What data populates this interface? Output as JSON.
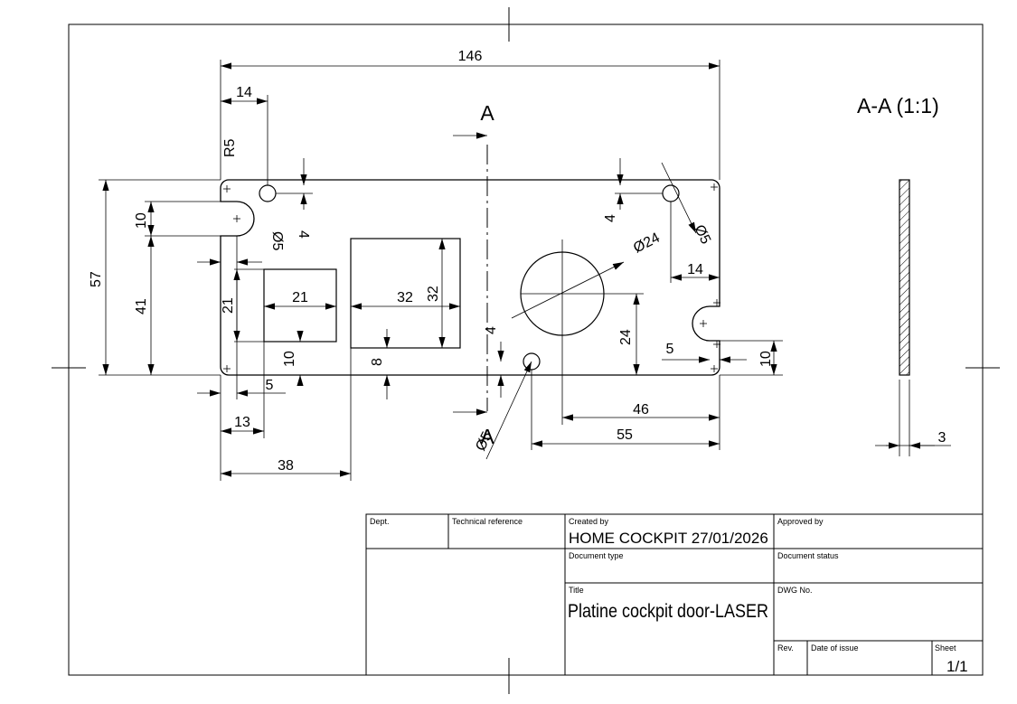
{
  "view_label": "A-A (1:1)",
  "section_letter": "A",
  "dimensions": {
    "overall_width": "146",
    "hole_offset_x": "14",
    "corner_radius": "R5",
    "slot_height_left": "10",
    "hole_offset_y_left": "4",
    "small_hole_dia_left": "Ø5",
    "overall_height": "57",
    "lower_height": "41",
    "pocket_height_left": "21",
    "rect1_width": "21",
    "rect2_width": "32",
    "rect2_height": "32",
    "rect1_bottom": "10",
    "rect2_bottom": "8",
    "slot_depth_left": "5",
    "rect1_left": "13",
    "rect2_left": "38",
    "big_hole_dia": "Ø24",
    "hole_offset_y_right": "4",
    "small_hole_dia_right": "Ø5",
    "hole_offset_x_right": "14",
    "big_hole_height": "24",
    "slot_depth_right": "5",
    "slot_height_right": "10",
    "small_hole_y": "4",
    "big_hole_from_right": "46",
    "small_hole_from_right": "55",
    "small_hole_dia_bottom": "Ø5",
    "thickness": "3"
  },
  "title_block": {
    "dept_label": "Dept.",
    "tech_ref_label": "Technical reference",
    "created_by_label": "Created by",
    "created_by_value": "HOME COCKPIT  27/01/2026",
    "approved_by_label": "Approved by",
    "doc_type_label": "Document type",
    "doc_status_label": "Document status",
    "title_label": "Title",
    "title_value": "Platine cockpit door-LASER",
    "dwg_no_label": "DWG No.",
    "rev_label": "Rev.",
    "date_label": "Date of issue",
    "sheet_label": "Sheet",
    "sheet_value": "1/1"
  }
}
